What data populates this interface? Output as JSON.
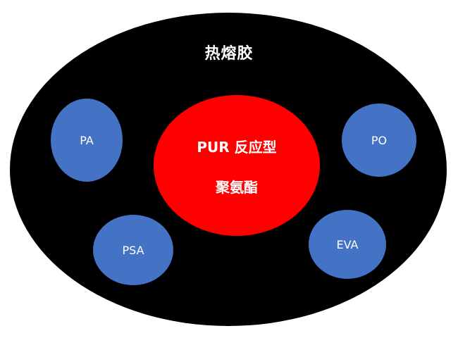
{
  "diagram": {
    "title": "热熔胶",
    "center": {
      "line1": "PUR 反应型",
      "line2": "聚氨酯"
    },
    "satellites": [
      {
        "label": "PA"
      },
      {
        "label": "PO"
      },
      {
        "label": "PSA"
      },
      {
        "label": "EVA"
      }
    ]
  },
  "colors": {
    "outer": "#000000",
    "center": "#ff0000",
    "satellite": "#4472c4",
    "text": "#ffffff"
  }
}
